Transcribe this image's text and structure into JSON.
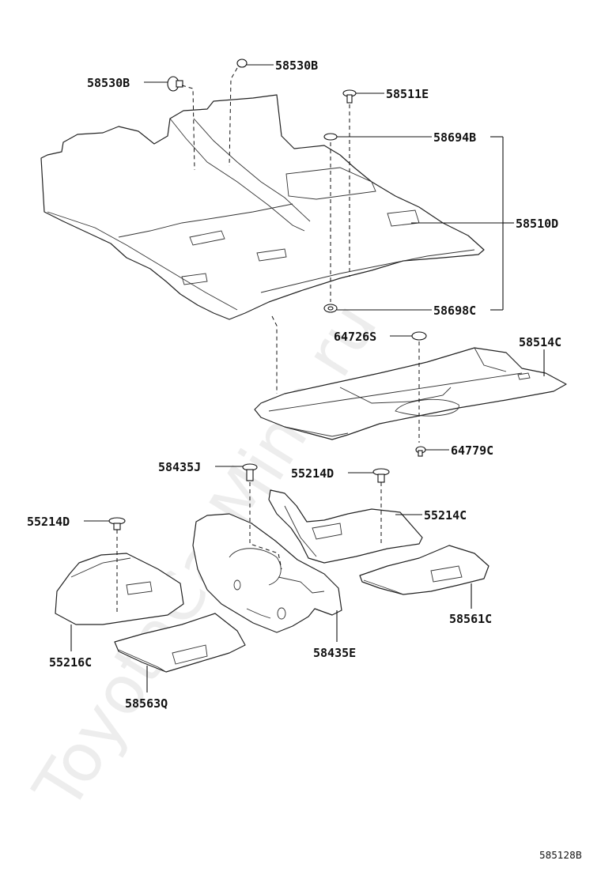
{
  "watermark": "ToyotaCarMine.ru",
  "diagram_code": "585128B",
  "labels": {
    "58530B_left": "58530B",
    "58530B_top": "58530B",
    "58511E": "58511E",
    "58694B": "58694B",
    "58510D": "58510D",
    "58698C": "58698C",
    "64726S": "64726S",
    "58514C": "58514C",
    "64779C": "64779C",
    "58435J": "58435J",
    "55214D_mid": "55214D",
    "55214C": "55214C",
    "55214D_left": "55214D",
    "58561C": "58561C",
    "55216C": "55216C",
    "58435E": "58435E",
    "58563Q": "58563Q"
  }
}
